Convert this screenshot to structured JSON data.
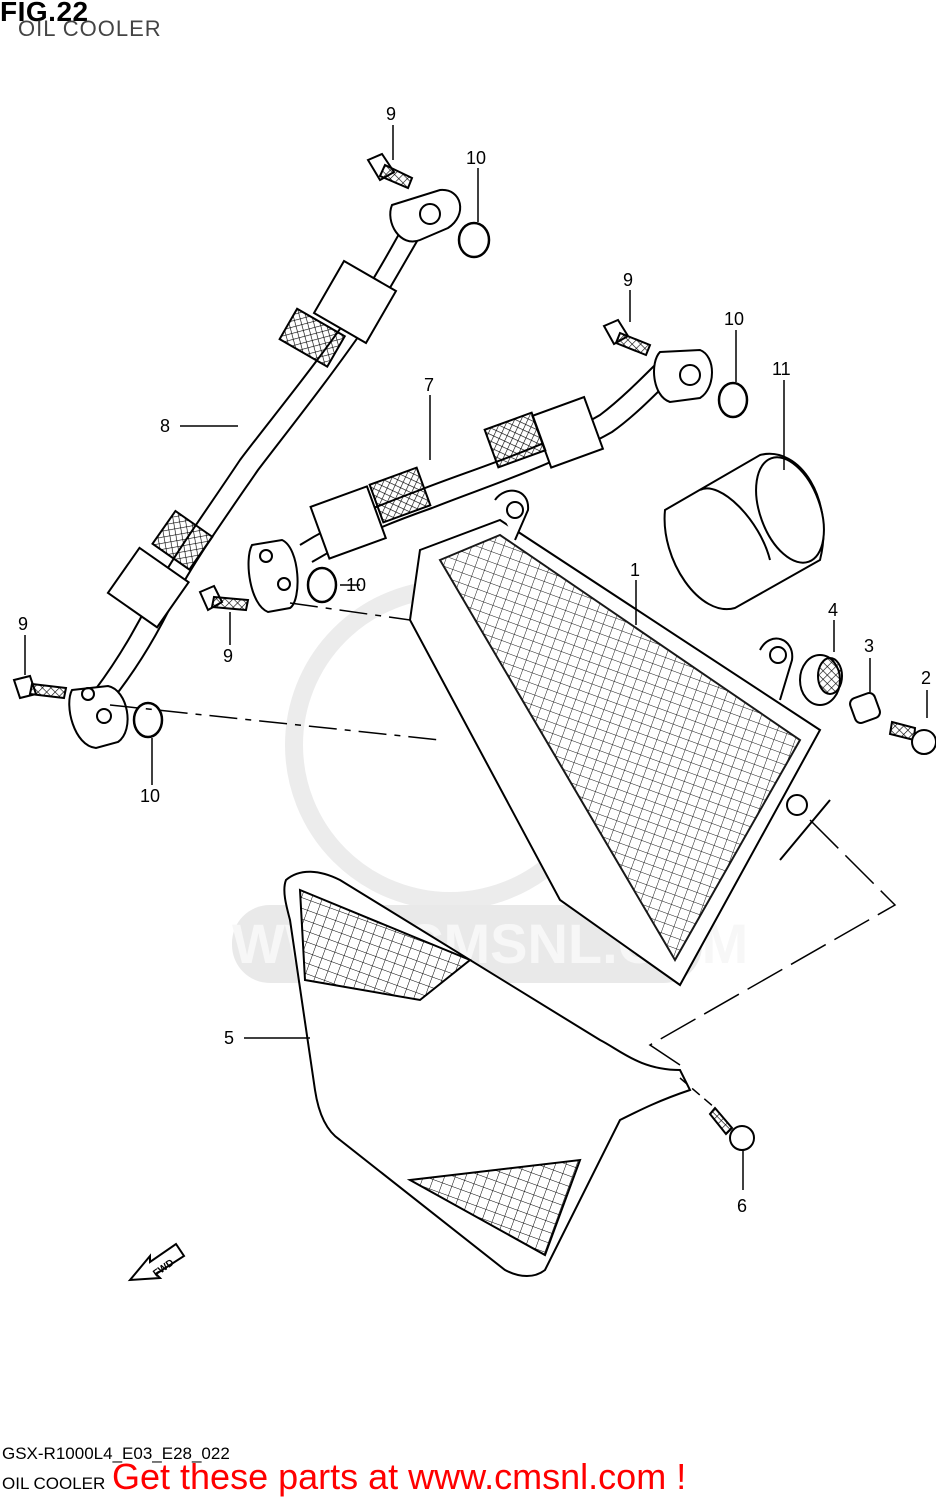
{
  "header": {
    "figure": "FIG.22",
    "subtitle": "OIL COOLER"
  },
  "watermark": "WWW.CMSNL.COM",
  "parts": [
    {
      "ref": "1",
      "label": "1"
    },
    {
      "ref": "2",
      "label": "2"
    },
    {
      "ref": "3",
      "label": "3"
    },
    {
      "ref": "4",
      "label": "4"
    },
    {
      "ref": "5",
      "label": "5"
    },
    {
      "ref": "6",
      "label": "6"
    },
    {
      "ref": "7",
      "label": "7"
    },
    {
      "ref": "8",
      "label": "8"
    },
    {
      "ref": "9",
      "label": "9"
    },
    {
      "ref": "10",
      "label": "10"
    },
    {
      "ref": "11",
      "label": "11"
    }
  ],
  "footer": {
    "code": "GSX-R1000L4_E03_E28_022",
    "name": "OIL COOLER",
    "promo": "Get these parts at www.cmsnl.com !"
  },
  "fwd_label": "FWD"
}
